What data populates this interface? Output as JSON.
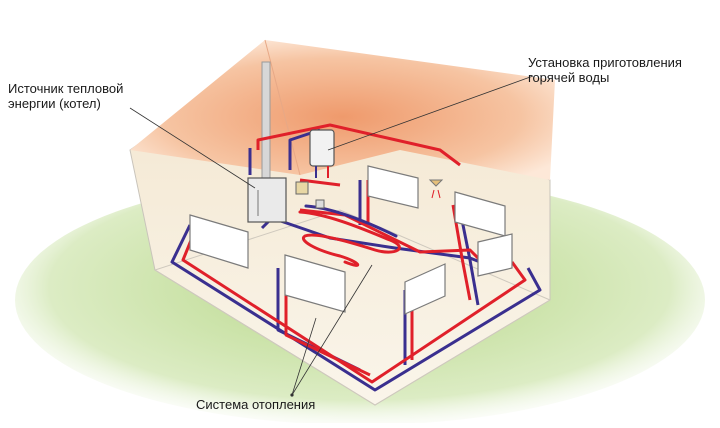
{
  "labels": {
    "boiler": "Источник тепловой\nэнергии (котел)",
    "hot_water": "Установка приготовления\nгорячей воды",
    "heating_system": "Система отопления"
  },
  "colors": {
    "supply_pipe": "#e0202a",
    "return_pipe": "#3a2f8f",
    "roof": "#f2b48c",
    "walls": "#f5ecd9",
    "ground": "#cfe3a8"
  }
}
